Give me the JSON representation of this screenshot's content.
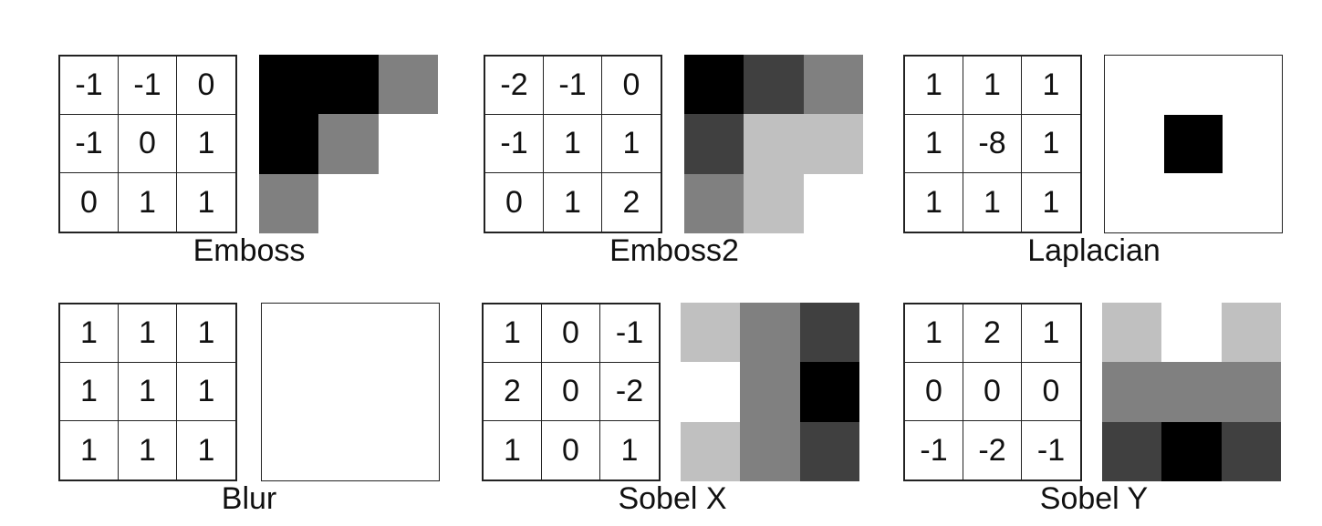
{
  "filters": [
    {
      "label": "Emboss",
      "kernel": [
        [
          "-1",
          "-1",
          "0"
        ],
        [
          "-1",
          "0",
          "1"
        ],
        [
          "0",
          "1",
          "1"
        ]
      ],
      "output": [
        [
          "#000000",
          "#000000",
          "#808080"
        ],
        [
          "#000000",
          "#808080",
          "#ffffff"
        ],
        [
          "#808080",
          "#ffffff",
          "#ffffff"
        ]
      ],
      "output_framed": false
    },
    {
      "label": "Emboss2",
      "kernel": [
        [
          "-2",
          "-1",
          "0"
        ],
        [
          "-1",
          "1",
          "1"
        ],
        [
          "0",
          "1",
          "2"
        ]
      ],
      "output": [
        [
          "#000000",
          "#404040",
          "#808080"
        ],
        [
          "#404040",
          "#c0c0c0",
          "#c0c0c0"
        ],
        [
          "#808080",
          "#c0c0c0",
          "#ffffff"
        ]
      ],
      "output_framed": false
    },
    {
      "label": "Laplacian",
      "kernel": [
        [
          "1",
          "1",
          "1"
        ],
        [
          "1",
          "-8",
          "1"
        ],
        [
          "1",
          "1",
          "1"
        ]
      ],
      "output": [
        [
          "#ffffff",
          "#ffffff",
          "#ffffff"
        ],
        [
          "#ffffff",
          "#000000",
          "#ffffff"
        ],
        [
          "#ffffff",
          "#ffffff",
          "#ffffff"
        ]
      ],
      "output_framed": true
    },
    {
      "label": "Blur",
      "kernel": [
        [
          "1",
          "1",
          "1"
        ],
        [
          "1",
          "1",
          "1"
        ],
        [
          "1",
          "1",
          "1"
        ]
      ],
      "output": [
        [
          "#ffffff",
          "#ffffff",
          "#ffffff"
        ],
        [
          "#ffffff",
          "#ffffff",
          "#ffffff"
        ],
        [
          "#ffffff",
          "#ffffff",
          "#ffffff"
        ]
      ],
      "output_framed": true
    },
    {
      "label": "Sobel X",
      "kernel": [
        [
          "1",
          "0",
          "-1"
        ],
        [
          "2",
          "0",
          "-2"
        ],
        [
          "1",
          "0",
          "1"
        ]
      ],
      "output": [
        [
          "#c0c0c0",
          "#808080",
          "#404040"
        ],
        [
          "#ffffff",
          "#808080",
          "#000000"
        ],
        [
          "#c0c0c0",
          "#808080",
          "#404040"
        ]
      ],
      "output_framed": false
    },
    {
      "label": "Sobel Y",
      "kernel": [
        [
          "1",
          "2",
          "1"
        ],
        [
          "0",
          "0",
          "0"
        ],
        [
          "-1",
          "-2",
          "-1"
        ]
      ],
      "output": [
        [
          "#c0c0c0",
          "#ffffff",
          "#c0c0c0"
        ],
        [
          "#808080",
          "#808080",
          "#808080"
        ],
        [
          "#404040",
          "#000000",
          "#404040"
        ]
      ],
      "output_framed": false
    }
  ]
}
